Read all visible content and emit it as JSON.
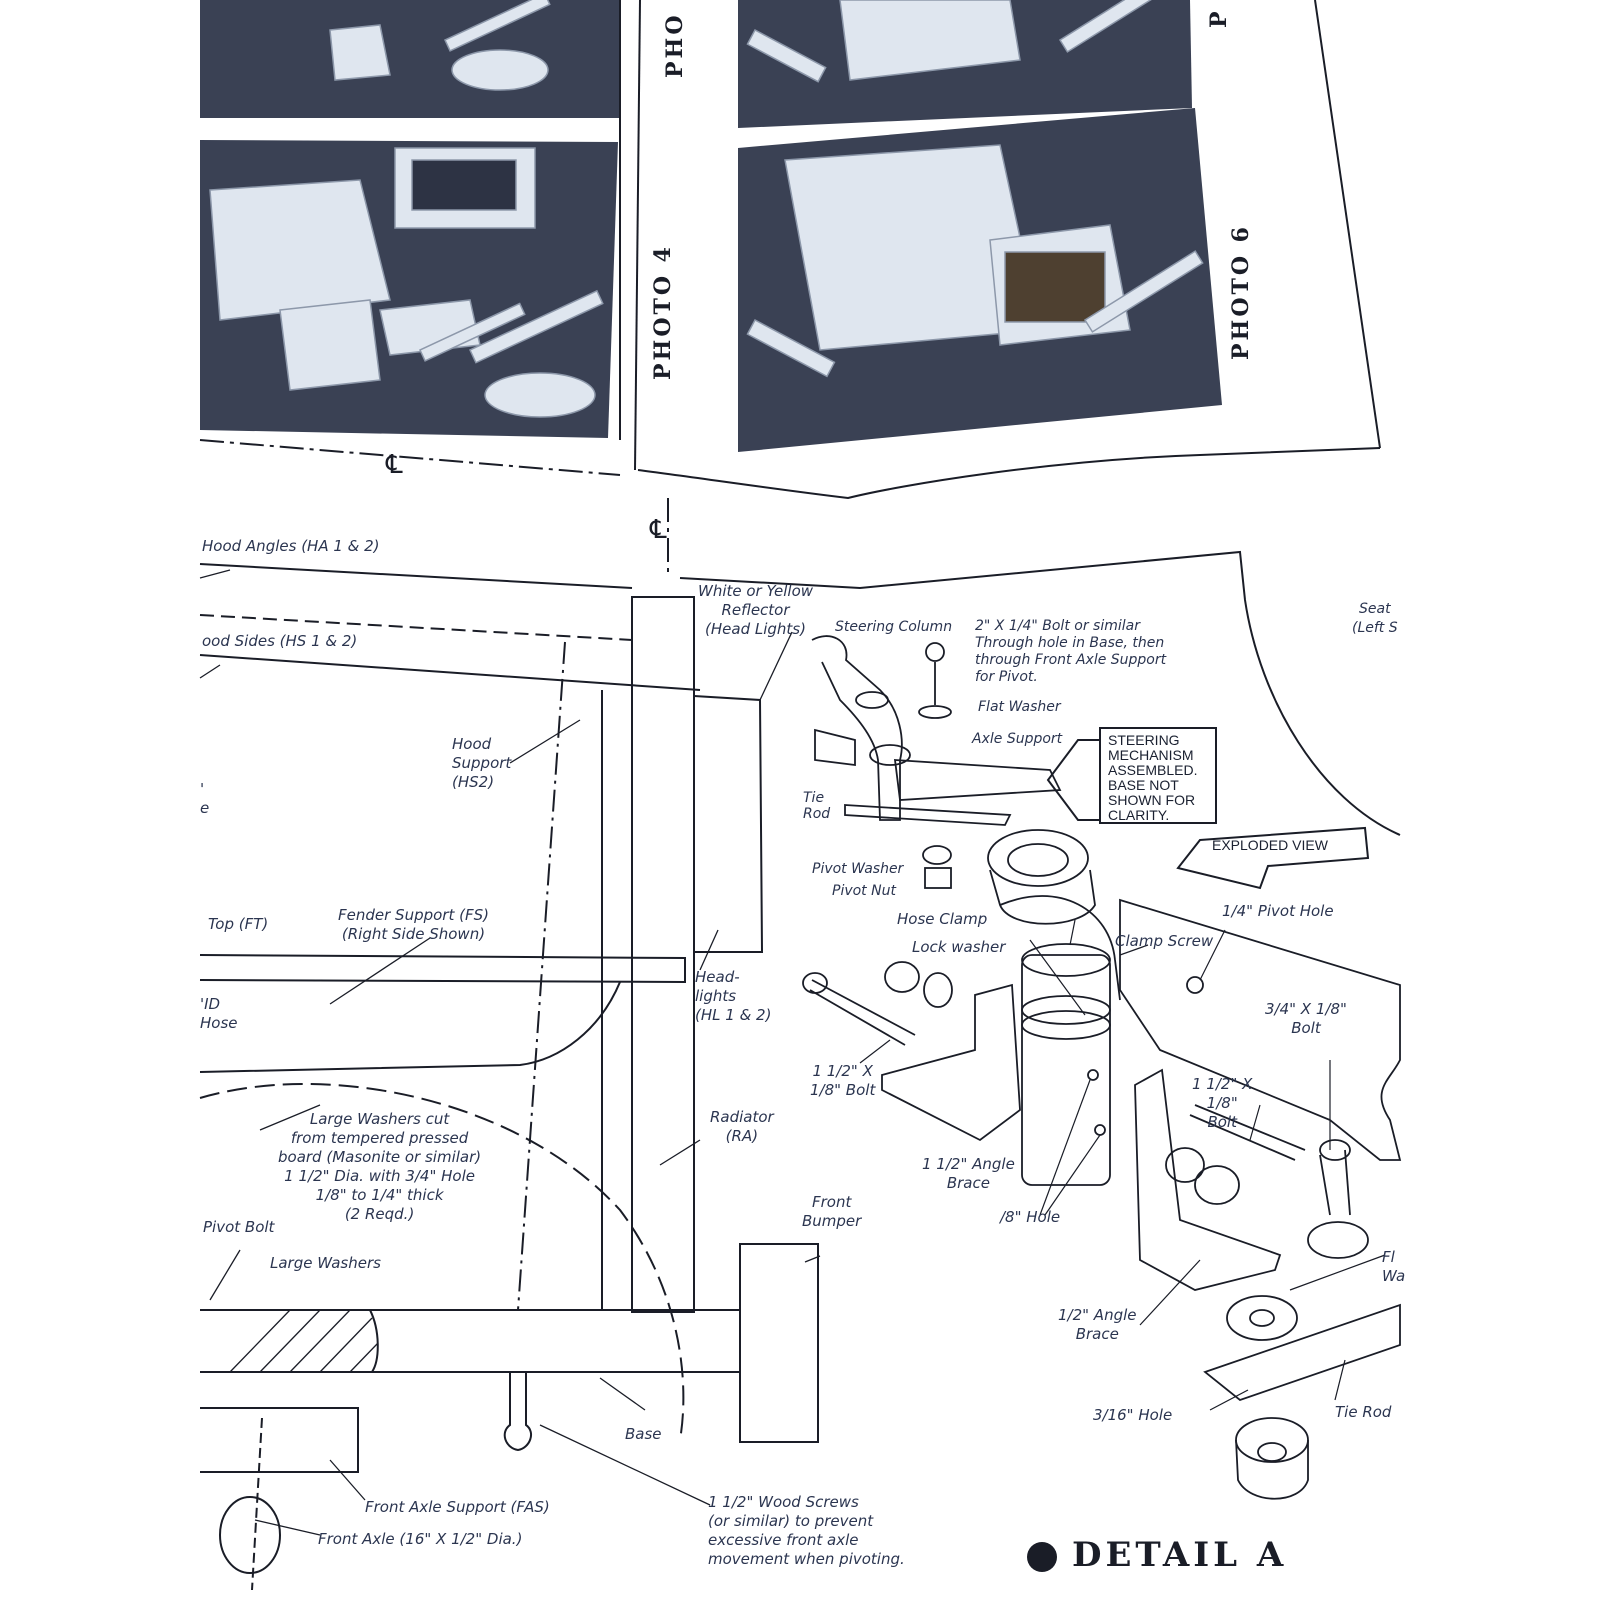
{
  "photos": {
    "photo4": "PHOTO 4",
    "photo6": "PHOTO 6",
    "photo_top_left": "PHO",
    "photo_top_right": "P"
  },
  "centerline": "℄",
  "labels": {
    "hood_angles": "Hood Angles (HA 1 & 2)",
    "hood_sides": "ood Sides (HS 1 & 2)",
    "reflector": "White or Yellow\nReflector\n(Head Lights)",
    "hood_support": "Hood\nSupport\n(HS2)",
    "fender_top": "Top (FT)",
    "fender_support": "Fender Support (FS)\n(Right Side Shown)",
    "hid_hose": "'ID\nHose",
    "headlights": "Head-\nlights\n(HL 1 & 2)",
    "large_washers_cut": "Large Washers cut\nfrom tempered pressed\nboard (Masonite or similar)\n1 1/2\" Dia. with 3/4\" Hole\n1/8\" to 1/4\" thick\n(2 Reqd.)",
    "radiator": "Radiator\n(RA)",
    "pivot_bolt": "Pivot Bolt",
    "large_washers": "Large Washers",
    "front_bumper": "Front\nBumper",
    "base": "Base",
    "front_axle_support": "Front Axle Support (FAS)",
    "front_axle": "Front Axle (16\" X 1/2\" Dia.)",
    "wood_screws": "1 1/2\" Wood Screws\n(or similar) to prevent\nexcessive front axle\nmovement when pivoting.",
    "steering_column": "Steering Column",
    "bolt_2x14": "2\" X 1/4\" Bolt or similar\nThrough hole in Base, then\nthrough Front Axle Support\nfor Pivot.",
    "flat_washer": "Flat Washer",
    "axle_support": "Axle Support",
    "tie_rod": "Tie\nRod",
    "pivot_washer": "Pivot Washer",
    "pivot_nut": "Pivot Nut",
    "steering_note": "STEERING\nMECHANISM\nASSEMBLED.\nBASE NOT\nSHOWN FOR\nCLARITY.",
    "exploded_view": "EXPLODED VIEW",
    "seat": "Seat\n(Left S",
    "hose_clamp": "Hose Clamp",
    "clamp_screw": "Clamp Screw",
    "pivot_hole": "1/4\" Pivot Hole",
    "lock_washer": "Lock washer",
    "bolt_34x18": "3/4\" X 1/8\"\nBolt",
    "bolt_112x18_left": "1 1/2\" X\n1/8\" Bolt",
    "bolt_112x18_right": "1 1/2\" X\n1/8\"\nBolt",
    "angle_brace_left": "1 1/2\" Angle\nBrace",
    "hole_18": "/8\" Hole",
    "angle_brace_right": "1/2\" Angle\nBrace",
    "flat_washer_right": "Fl\nWa",
    "hole_316": "3/16\" Hole",
    "tie_rod_right": "Tie Rod",
    "dot_left": "'\ne"
  },
  "detail_title": "DETAIL A",
  "colors": {
    "ink": "#1a1d27",
    "photo_bg": "#3a4154",
    "label_ink": "#2b3550"
  }
}
